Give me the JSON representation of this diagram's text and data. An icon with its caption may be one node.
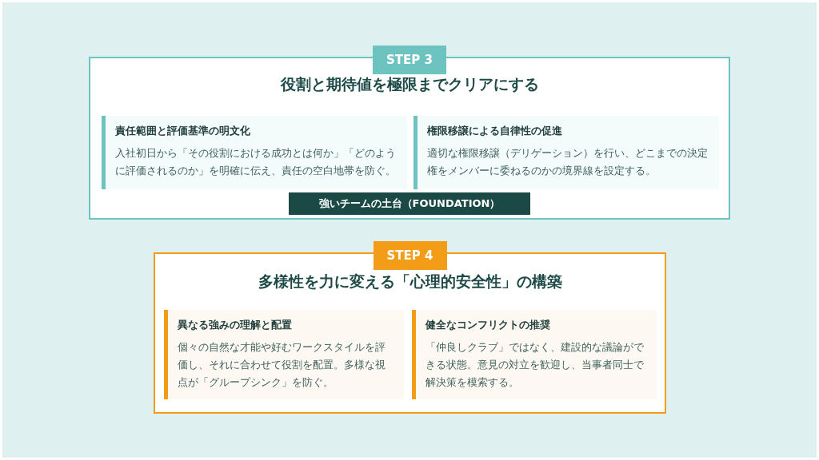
{
  "diagram": {
    "nodes": [
      {
        "text": [
          "STEP 3",
          "役割と期待値を極限までクリアにする"
        ]
      },
      {
        "text": [
          "責任範囲と評価基準の明文化",
          "入社初日から「その役割における成功とは何か」「どのように評価されるのか」を明確に伝え、責任の空白地帯を防ぐ。"
        ],
        "in": 0
      },
      {
        "text": [
          "権限移譲による自律性の促進",
          "適切な権限移譲（デリゲーション）を行い、どこまでの決定権をメンバーに委ねるのかの境界線を設定する。"
        ],
        "in": 0
      },
      {
        "text": [
          "強いチームの土台（FOUNDATION）"
        ],
        "in": 0
      },
      {
        "text": [
          "STEP 4",
          "多様性を力に変える「心理的安全性」の構築"
        ]
      },
      {
        "text": [
          "異なる強みの理解と配置",
          "個々の自然な才能や好むワークスタイルを評価し、それに合わせて役割を配置。多様な視点が「グループシンク」を防ぐ。"
        ],
        "in": 4
      },
      {
        "text": [
          "健全なコンフリクトの推奨",
          "「仲良しクラブ」ではなく、建設的な議論ができる状態。意見の対立を歓迎し、当事者同士で解決策を模索する。"
        ],
        "in": 4
      }
    ]
  }
}
